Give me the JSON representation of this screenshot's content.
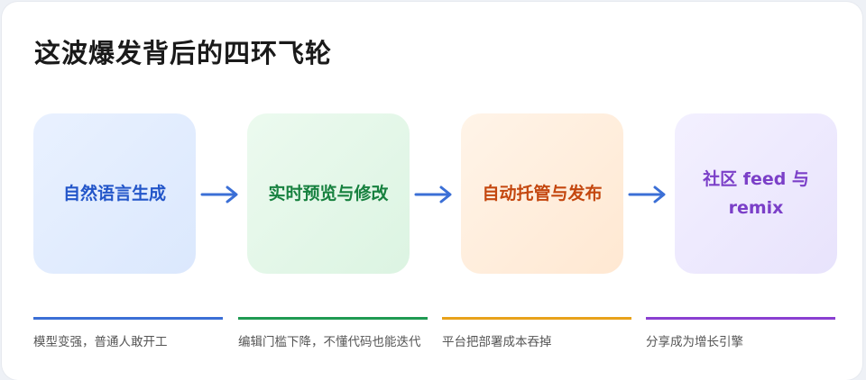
{
  "title": "这波爆发背后的四环飞轮",
  "stages": [
    {
      "label": "自然语言生成",
      "color": "#2356c9",
      "bar_color": "#3b6fd6",
      "desc": "模型变强，普通人敢开工"
    },
    {
      "label": "实时预览与修改",
      "color": "#17813f",
      "bar_color": "#1f9a52",
      "desc": "编辑门槛下降，不懂代码也能迭代"
    },
    {
      "label": "自动托管与发布",
      "color": "#c4470f",
      "bar_color": "#e8a21a",
      "desc": "平台把部署成本吞掉"
    },
    {
      "label": "社区 feed 与 remix",
      "color": "#7b3fc8",
      "bar_color": "#8a3fd1",
      "desc": "分享成为增长引擎"
    }
  ],
  "arrow_color": "#3b6fd6"
}
